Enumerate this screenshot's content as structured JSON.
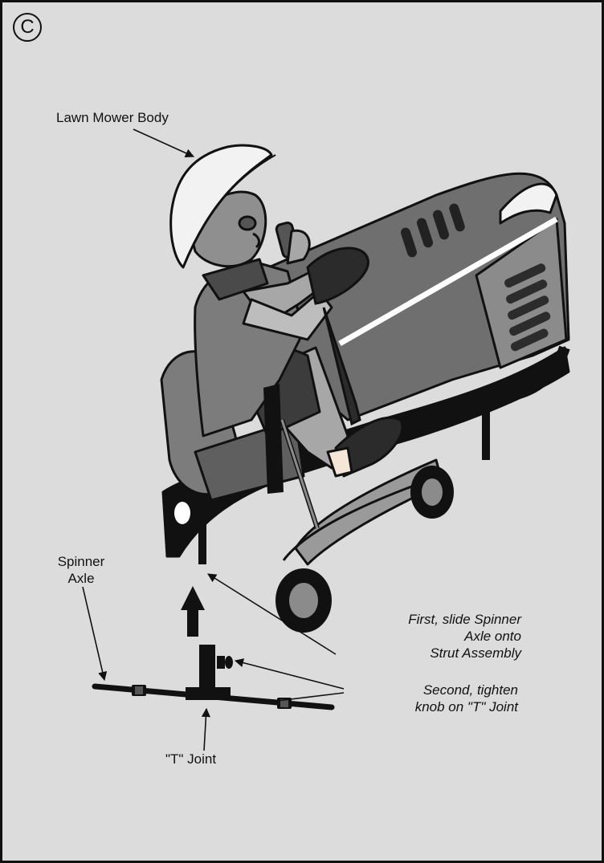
{
  "panel_letter": "C",
  "labels": {
    "body": "Lawn Mower Body",
    "axle": [
      "Spinner",
      "Axle"
    ],
    "step1": [
      "First, slide Spinner",
      "Axle onto",
      "Strut Assembly"
    ],
    "step2": [
      "Second, tighten",
      "knob on \"T\" Joint"
    ],
    "tjoint": "\"T\" Joint"
  },
  "colors": {
    "background": "#dcdcdc",
    "outline": "#111111",
    "body_gray": "#6f6f6f",
    "light_gray": "#a7a7a7",
    "dark_gray": "#3c3c3c"
  }
}
